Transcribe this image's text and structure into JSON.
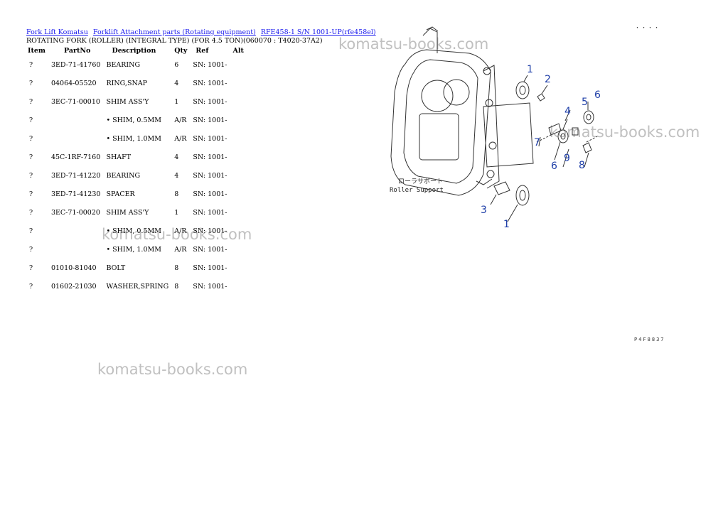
{
  "breadcrumb": [
    "Fork Lift Komatsu",
    "Forklift Attachment parts (Rotating equipment)",
    "RFE458-1 S/N 1001-UP(rfe458el)"
  ],
  "title": "ROTATING FORK (ROLLER) (INTEGRAL TYPE) (FOR 4.5 TON)(060070 : T4020-37A2)",
  "columns": [
    "Item",
    "PartNo",
    "Description",
    "Qty",
    "Ref",
    "Alt"
  ],
  "rows": [
    {
      "item": "?",
      "part": "3ED-71-41760",
      "desc": "BEARING",
      "qty": "6",
      "ref": "SN: 1001-",
      "alt": ""
    },
    {
      "item": "?",
      "part": "04064-05520",
      "desc": "RING,SNAP",
      "qty": "4",
      "ref": "SN: 1001-",
      "alt": ""
    },
    {
      "item": "?",
      "part": "3EC-71-00010",
      "desc": "SHIM ASS'Y",
      "qty": "1",
      "ref": "SN: 1001-",
      "alt": ""
    },
    {
      "item": "?",
      "part": "",
      "desc": "• SHIM, 0.5MM",
      "qty": "A/R",
      "ref": "SN: 1001-",
      "alt": ""
    },
    {
      "item": "?",
      "part": "",
      "desc": "• SHIM, 1.0MM",
      "qty": "A/R",
      "ref": "SN: 1001-",
      "alt": ""
    },
    {
      "item": "?",
      "part": "45C-1RF-7160",
      "desc": "SHAFT",
      "qty": "4",
      "ref": "SN: 1001-",
      "alt": ""
    },
    {
      "item": "?",
      "part": "3ED-71-41220",
      "desc": "BEARING",
      "qty": "4",
      "ref": "SN: 1001-",
      "alt": ""
    },
    {
      "item": "?",
      "part": "3ED-71-41230",
      "desc": "SPACER",
      "qty": "8",
      "ref": "SN: 1001-",
      "alt": ""
    },
    {
      "item": "?",
      "part": "3EC-71-00020",
      "desc": "SHIM ASS'Y",
      "qty": "1",
      "ref": "SN: 1001-",
      "alt": ""
    },
    {
      "item": "?",
      "part": "",
      "desc": "• SHIM, 0.5MM",
      "qty": "A/R",
      "ref": "SN: 1001-",
      "alt": ""
    },
    {
      "item": "?",
      "part": "",
      "desc": "• SHIM, 1.0MM",
      "qty": "A/R",
      "ref": "SN: 1001-",
      "alt": ""
    },
    {
      "item": "?",
      "part": "01010-81040",
      "desc": "BOLT",
      "qty": "8",
      "ref": "SN: 1001-",
      "alt": ""
    },
    {
      "item": "?",
      "part": "01602-21030",
      "desc": "WASHER,SPRING",
      "qty": "8",
      "ref": "SN: 1001-",
      "alt": ""
    }
  ],
  "watermark": "komatsu-books.com",
  "diagram": {
    "callouts": [
      "1",
      "2",
      "3",
      "4",
      "5",
      "6",
      "7",
      "8",
      "9"
    ],
    "caption_jp": "ローラサポート",
    "caption_en": "Roller Support",
    "drawing_code": "P4F8837",
    "top_code": "・・・・"
  },
  "colors": {
    "link": "#1a1aee",
    "callout": "#1f3fa8",
    "watermark": "#8c8c8c"
  }
}
